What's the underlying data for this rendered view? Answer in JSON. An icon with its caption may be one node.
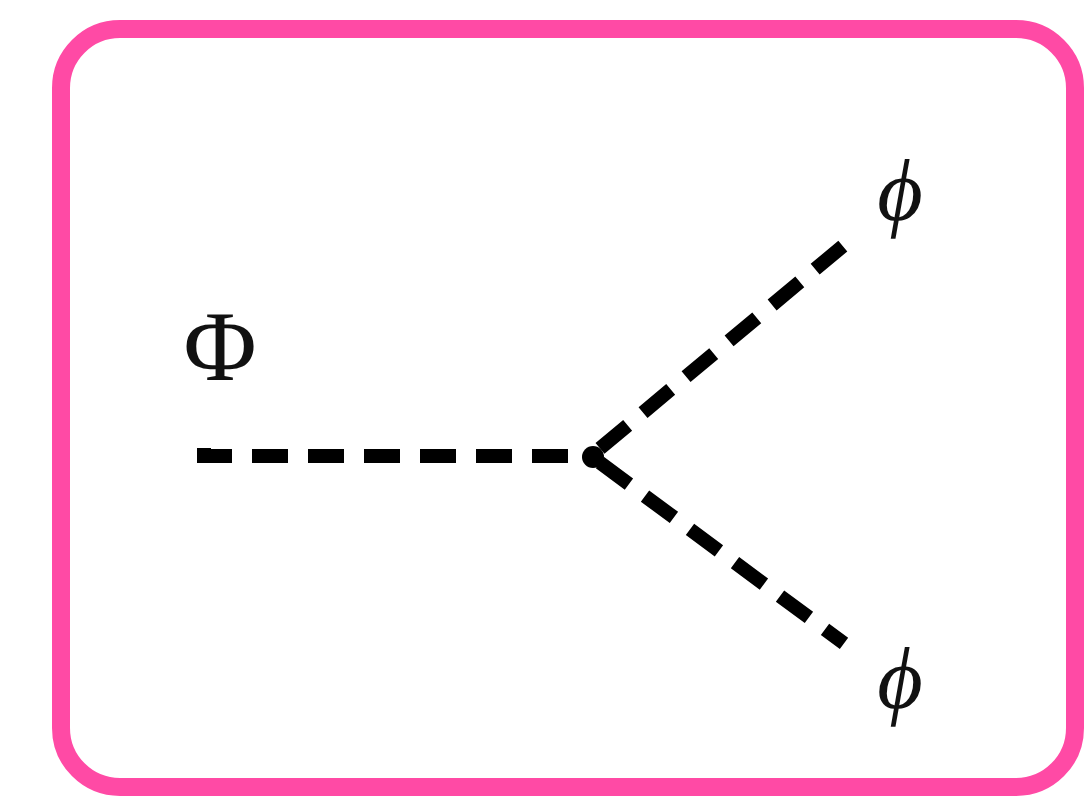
{
  "diagram": {
    "nodes": [
      {
        "text": [
          "Φ"
        ]
      },
      {
        "text": [],
        "shape": "point"
      },
      {
        "text": [
          "ϕ"
        ]
      },
      {
        "text": [
          "ϕ"
        ]
      }
    ],
    "edges": [
      {
        "from": 0,
        "to": 1,
        "arrow": "none",
        "style": "dashed"
      },
      {
        "from": 1,
        "to": 2,
        "arrow": "none",
        "style": "dashed"
      },
      {
        "from": 1,
        "to": 3,
        "arrow": "none",
        "style": "dashed"
      }
    ]
  }
}
